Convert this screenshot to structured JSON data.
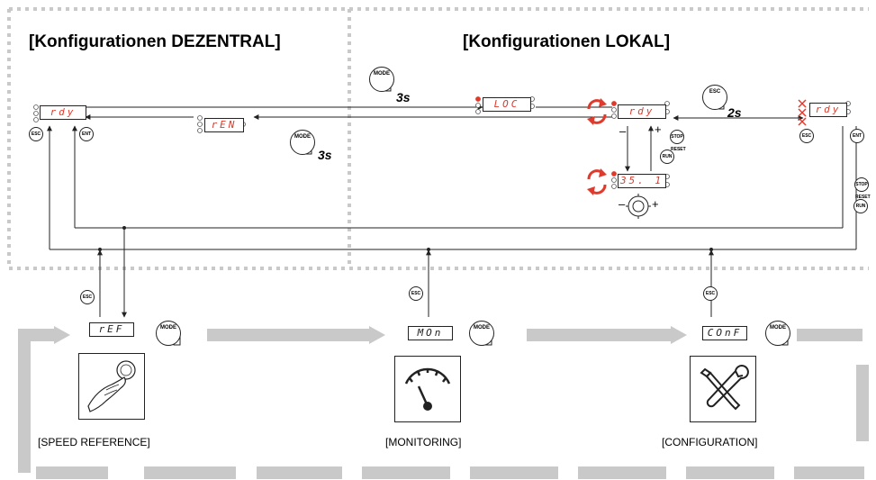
{
  "titles": {
    "dezentral": "[Konfigurationen DEZENTRAL]",
    "lokal": "[Konfigurationen LOKAL]"
  },
  "displays": {
    "rdy_left": "rdy",
    "ren": "rEN",
    "loc": "LOC",
    "rdy_mid": "rdy",
    "rdy_right": "rdy",
    "speed_val": "35. 1",
    "ref": "rEF",
    "mon": "MOn",
    "conf": "COnF"
  },
  "buttons": {
    "esc": "ESC",
    "ent": "ENT",
    "mode": "MODE",
    "run": "RUN",
    "stop": "STOP RESET"
  },
  "timings": {
    "mode_hold_top": "3s",
    "mode_hold_bottom": "3s",
    "esc_hold": "2s"
  },
  "signs": {
    "minus": "–",
    "plus": "+"
  },
  "menus": {
    "speed_reference": "[SPEED REFERENCE]",
    "monitoring": "[MONITORING]",
    "configuration": "[CONFIGURATION]"
  },
  "colors": {
    "accent_red": "#e03a2c",
    "dashed_gray": "#c9c9c9"
  }
}
